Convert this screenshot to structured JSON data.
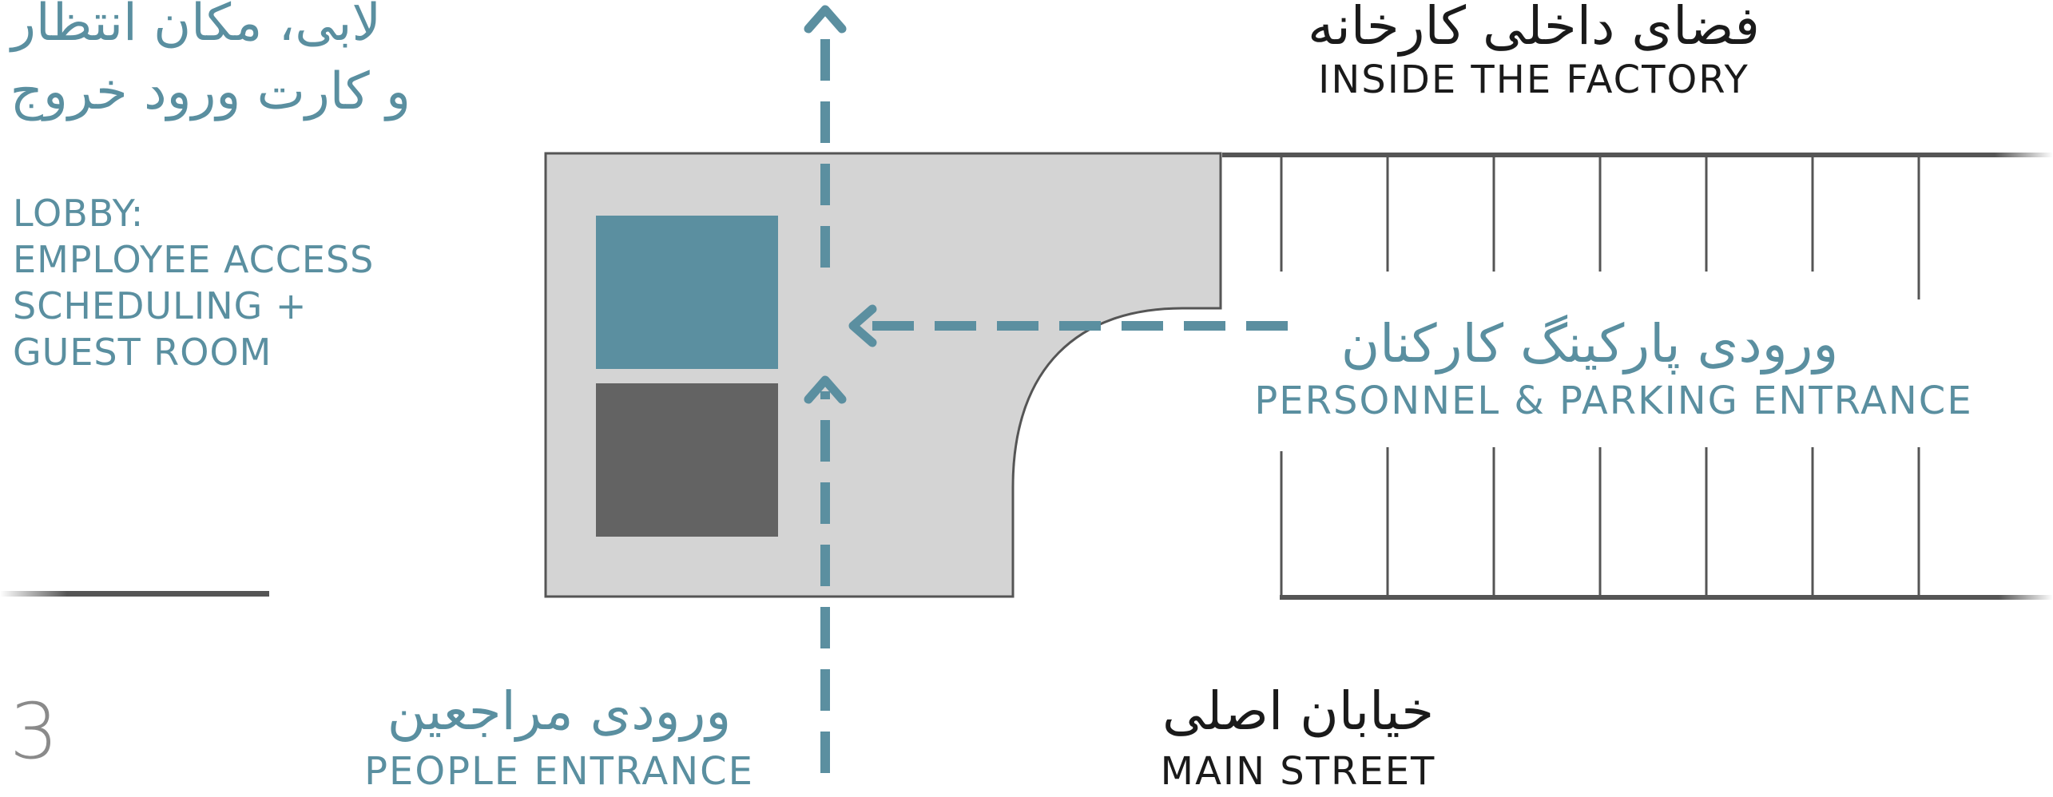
{
  "colors": {
    "accent_teal": "#5b8fa0",
    "dark_block": "#636363",
    "building_fill": "#d4d4d4",
    "line_dark": "#555555"
  },
  "lobby": {
    "title_fa_line1": "لابی، مکان انتظار",
    "title_fa_line2": "و کارت ورود خروج",
    "en_line1": "LOBBY:",
    "en_line2": "EMPLOYEE ACCESS",
    "en_line3": "SCHEDULING +",
    "en_line4": "GUEST ROOM"
  },
  "factory": {
    "label_fa": "فضای داخلی کارخانه",
    "label_en": "INSIDE THE FACTORY"
  },
  "parking": {
    "label_fa": "ورودی پارکینگ کارکنان",
    "label_en": "PERSONNEL & PARKING ENTRANCE"
  },
  "people_entrance": {
    "label_fa": "ورودی مراجعین",
    "label_en": "PEOPLE ENTRANCE"
  },
  "main_street": {
    "label_fa": "خیابان اصلی",
    "label_en": "MAIN STREET"
  },
  "diagram_number": "3"
}
